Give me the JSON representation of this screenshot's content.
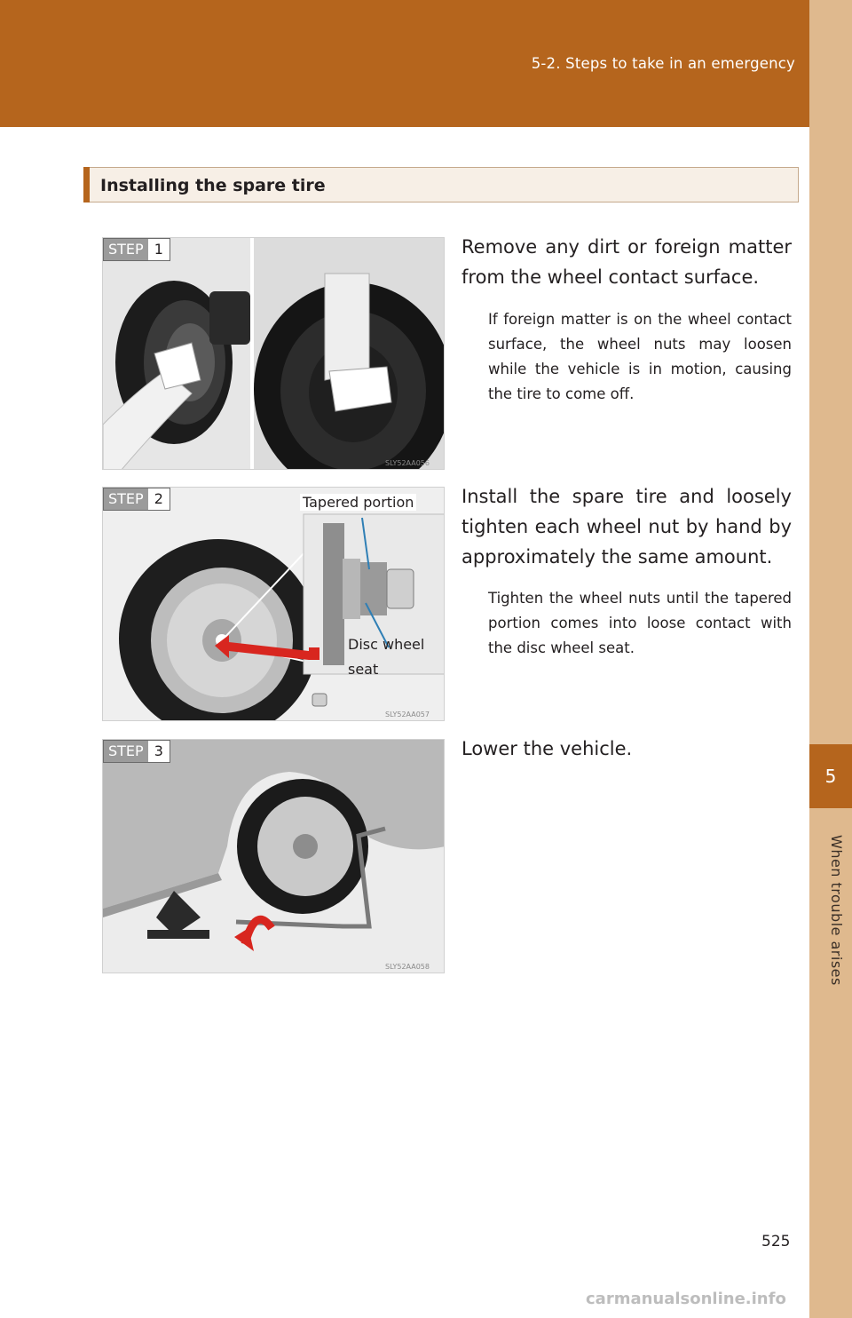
{
  "header": {
    "section_title": "5-2. Steps to take in an emergency"
  },
  "side_tab": {
    "chapter_number": "5",
    "chapter_label": "When trouble arises"
  },
  "section": {
    "title": "Installing the spare tire"
  },
  "steps": [
    {
      "badge_word": "STEP",
      "badge_number": "1",
      "text": "Remove any dirt or foreign matter from the wheel contact surface.",
      "note": "If foreign matter is on the wheel contact surface, the wheel nuts may loosen while the vehicle is in motion, causing the tire to come off.",
      "figure_code": "SLY52AA056"
    },
    {
      "badge_word": "STEP",
      "badge_number": "2",
      "text": "Install the spare tire and loosely tighten each wheel nut by hand by approximately the same amount.",
      "note": "Tighten the wheel nuts until the tapered portion comes into loose contact with the disc wheel seat.",
      "figure_code": "SLY52AA057",
      "callout_tapered": "Tapered portion",
      "callout_disc_line1": "Disc wheel",
      "callout_disc_line2": "seat"
    },
    {
      "badge_word": "STEP",
      "badge_number": "3",
      "text": "Lower the vehicle.",
      "figure_code": "SLY52AA058"
    }
  ],
  "page_number": "525",
  "watermark": "carmanualsonline.info",
  "colors": {
    "brand": "#b5651d",
    "tab_light": "#dfb98e",
    "arrow_red": "#d8261f",
    "callout_line": "#2f7fb5"
  }
}
